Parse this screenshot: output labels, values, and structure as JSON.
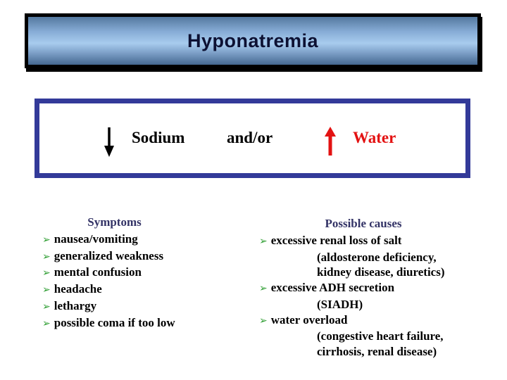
{
  "slide": {
    "title": "Hyponatremia"
  },
  "bullet_glyph": "➢",
  "relationship_box": {
    "sodium_arrow": "down",
    "sodium_label": "Sodium",
    "connector": "and/or",
    "water_arrow": "up",
    "water_label": "Water"
  },
  "symptoms": {
    "heading": "Symptoms",
    "items": [
      "nausea/vomiting",
      "generalized weakness",
      "mental confusion",
      "headache",
      "lethargy",
      "possible coma if too low"
    ]
  },
  "causes": {
    "heading": "Possible causes",
    "items": [
      {
        "label": "excessive renal loss of salt",
        "details": [
          "(aldosterone deficiency,",
          "kidney disease, diuretics)"
        ]
      },
      {
        "label": "excessive ADH secretion",
        "details": [
          "(SIADH)"
        ]
      },
      {
        "label": "water overload",
        "details": [
          "(congestive heart failure,",
          "cirrhosis, renal disease)"
        ]
      }
    ]
  },
  "colors": {
    "title_text": "#0d1133",
    "title_bar_light": "#a8ccee",
    "title_bar_dark": "#456890",
    "title_border": "#000000",
    "box_border": "#333a99",
    "heading_text": "#333366",
    "body_text": "#000000",
    "accent_red": "#e31212",
    "bullet_green": "#2f9e33"
  }
}
